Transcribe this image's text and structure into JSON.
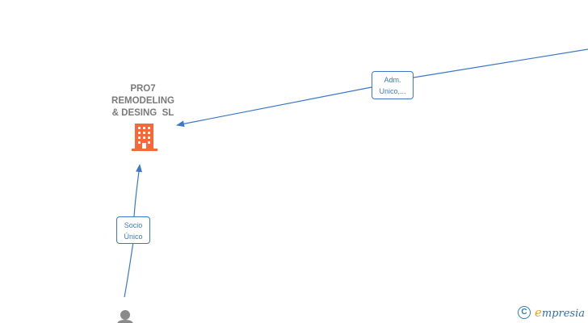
{
  "company": {
    "name_lines": [
      "PRO7",
      "REMODELING",
      "& DESING  SL"
    ],
    "icon": "building-icon",
    "icon_color": "#f4683a"
  },
  "relations": [
    {
      "label_lines": [
        "Adm.",
        "Unico,..."
      ],
      "source": "offscreen-top-right",
      "target": "company"
    },
    {
      "label_lines": [
        "Socio",
        "Único"
      ],
      "source": "person",
      "target": "company"
    }
  ],
  "person": {
    "icon": "person-icon",
    "color": "#8a8a8a"
  },
  "colors": {
    "edge": "#3b78c9",
    "label_border": "#3b78c9",
    "text": "#7a7a7a"
  },
  "watermark": {
    "symbol": "C",
    "brand_first": "e",
    "brand_rest": "mpresia",
    "icon": "copyright-icon"
  }
}
